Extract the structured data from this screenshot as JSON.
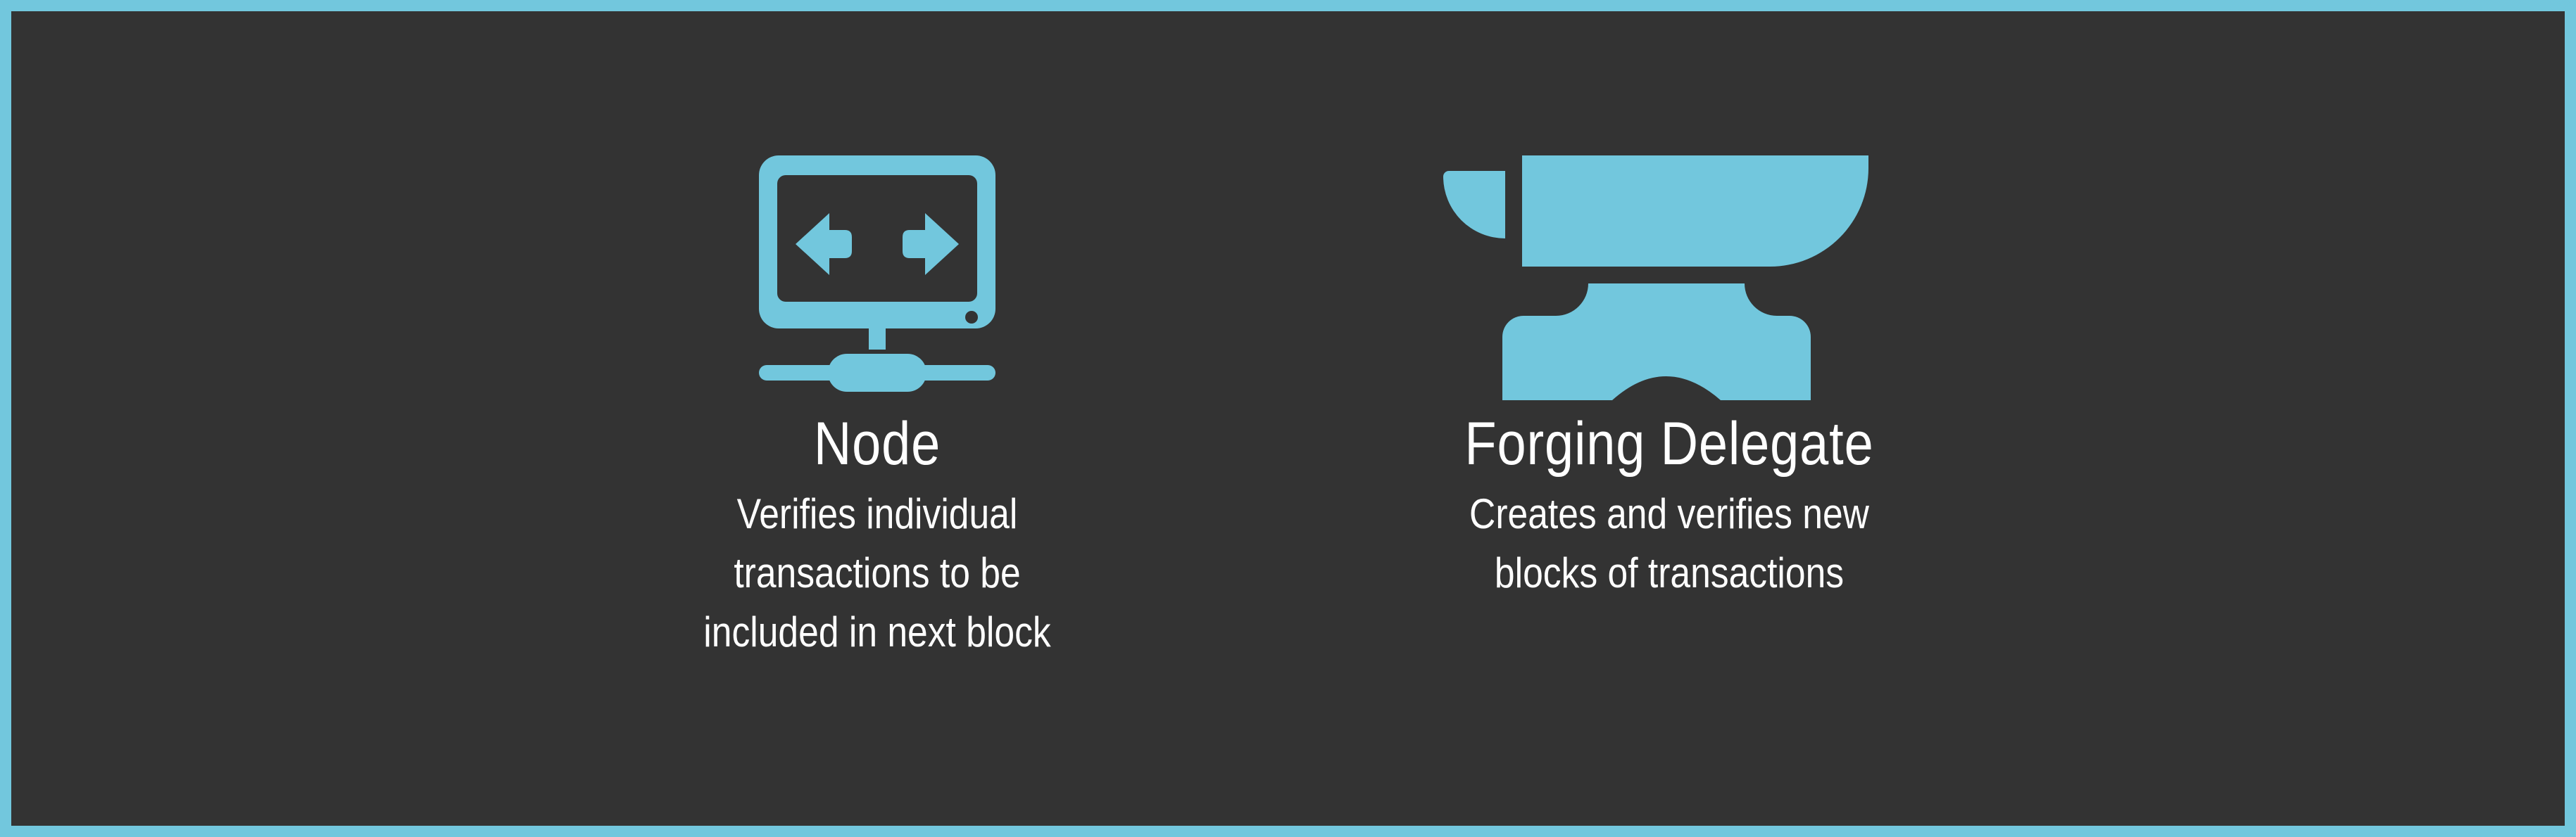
{
  "colors": {
    "background": "#333333",
    "border": "#72c7dd",
    "accent": "#72c7dd",
    "text": "#ffffff"
  },
  "cards": [
    {
      "icon": "monitor-network-icon",
      "title": "Node",
      "description": [
        "Verifies individual",
        "transactions to be",
        "included in next block"
      ]
    },
    {
      "icon": "anvil-icon",
      "title": "Forging Delegate",
      "description": [
        "Creates and verifies new",
        "blocks of transactions"
      ]
    }
  ]
}
